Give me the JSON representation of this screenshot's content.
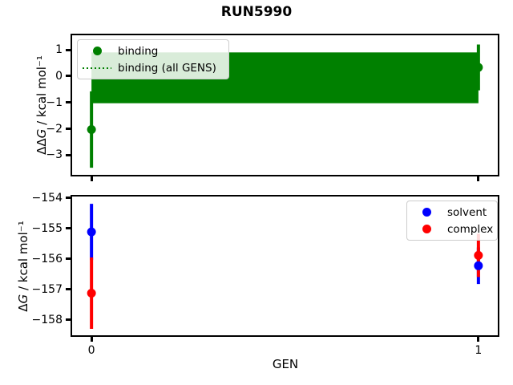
{
  "figure": {
    "suptitle": "RUN5990"
  },
  "chart_data": [
    {
      "type": "errorbar",
      "title": "RUN5990",
      "ylabel": "ΔΔG / kcal mol⁻¹",
      "ylabel_pre": "ΔΔ",
      "ylabel_var": "G",
      "ylabel_suf": " / kcal mol⁻¹",
      "xlabel": "",
      "xlim": [
        -0.05,
        1.05
      ],
      "ylim": [
        -3.75,
        1.55
      ],
      "yticks": [
        1,
        0,
        -1,
        -2,
        -3
      ],
      "xticks": [
        0,
        1
      ],
      "xticklabels": [
        "",
        ""
      ],
      "grid": false,
      "legend_position": "upper-left",
      "series": [
        {
          "name": "binding",
          "type": "scatter-errorbar",
          "marker": "circle",
          "color": "#008000",
          "x": [
            0,
            1
          ],
          "y": [
            -2.03,
            0.33
          ],
          "yerr": [
            1.45,
            0.87
          ]
        },
        {
          "name": "binding (all GENS)",
          "type": "line-band",
          "linestyle": "dotted",
          "color": "#008000",
          "x": [
            0,
            1
          ],
          "y": [
            -0.07,
            -0.07
          ],
          "band_low": -1.03,
          "band_high": 0.9
        }
      ]
    },
    {
      "type": "errorbar",
      "title": "",
      "ylabel": "ΔG / kcal mol⁻¹",
      "ylabel_pre": "Δ",
      "ylabel_var": "G",
      "ylabel_suf": " / kcal mol⁻¹",
      "xlabel": "GEN",
      "xlim": [
        -0.05,
        1.05
      ],
      "ylim": [
        -158.5,
        -153.95
      ],
      "yticks": [
        -154,
        -155,
        -156,
        -157,
        -158
      ],
      "xticks": [
        0,
        1
      ],
      "xticklabels": [
        "0",
        "1"
      ],
      "grid": false,
      "legend_position": "upper-right",
      "series": [
        {
          "name": "solvent",
          "type": "scatter-errorbar",
          "marker": "circle",
          "color": "#0000ff",
          "x": [
            0,
            1
          ],
          "y": [
            -155.11,
            -156.22
          ],
          "yerr": [
            0.92,
            0.6
          ]
        },
        {
          "name": "complex",
          "type": "scatter-errorbar",
          "marker": "circle",
          "color": "#ff0000",
          "x": [
            0,
            1
          ],
          "y": [
            -157.12,
            -155.88
          ],
          "yerr": [
            1.17,
            0.71
          ]
        }
      ]
    }
  ]
}
